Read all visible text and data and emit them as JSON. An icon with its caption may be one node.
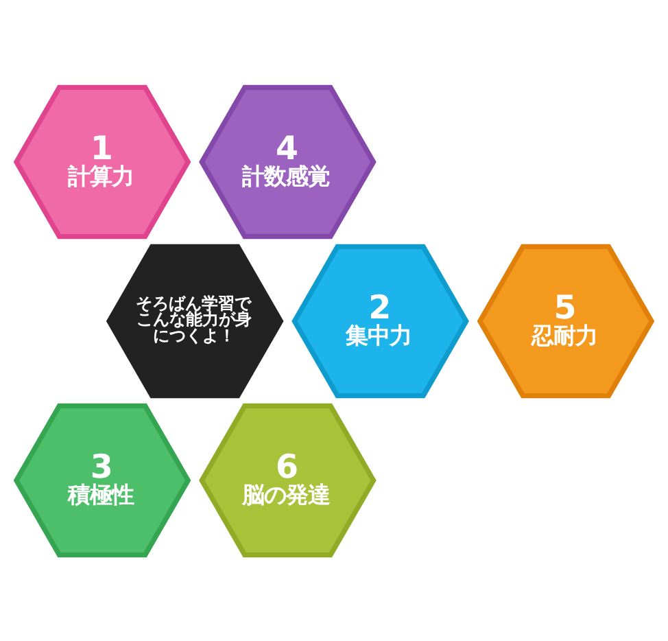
{
  "diagram": {
    "nodes": [
      {
        "text": [
          "1",
          "計算力"
        ]
      },
      {
        "text": [
          "4",
          "計数感覚"
        ]
      },
      {
        "text": [
          "2",
          "集中力"
        ]
      },
      {
        "text": [
          "そろばん学習でこんな能力が身につくよ！"
        ]
      },
      {
        "text": [
          "5",
          "忍耐力"
        ]
      },
      {
        "text": [
          "3",
          "積極性"
        ]
      },
      {
        "text": [
          "6",
          "脳の発達"
        ]
      }
    ],
    "edges": []
  }
}
